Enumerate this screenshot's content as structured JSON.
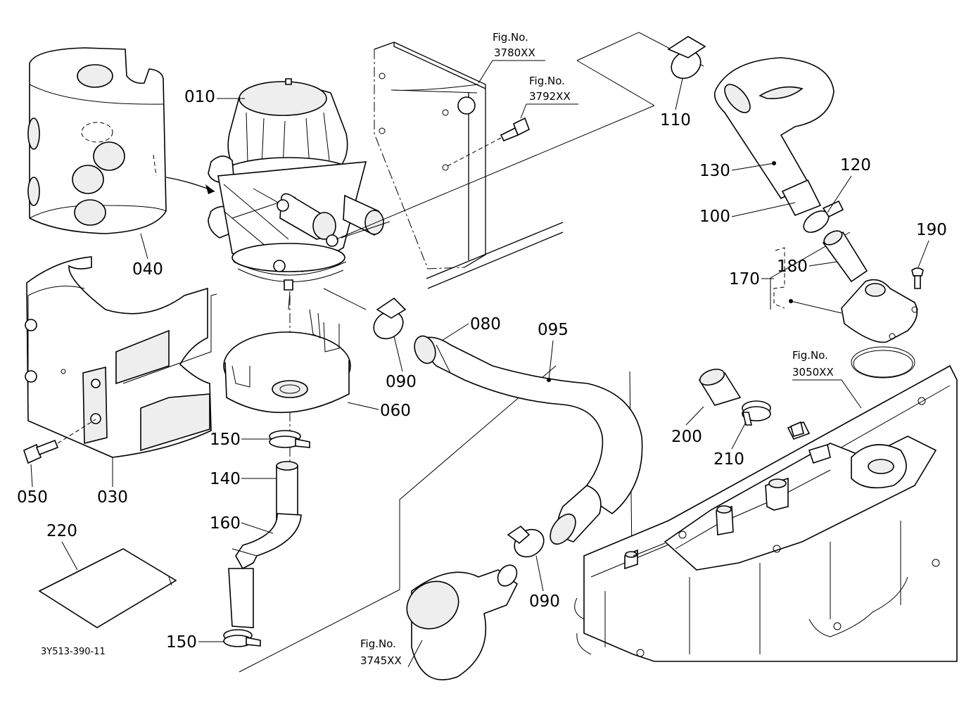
{
  "diagram": {
    "drawing_code": "3Y513-390-11",
    "part_labels": {
      "p010": "010",
      "p030": "030",
      "p040": "040",
      "p050": "050",
      "p060": "060",
      "p080": "080",
      "p090a": "090",
      "p090b": "090",
      "p095": "095",
      "p100": "100",
      "p110": "110",
      "p120": "120",
      "p130": "130",
      "p140": "140",
      "p150a": "150",
      "p150b": "150",
      "p160": "160",
      "p170": "170",
      "p180": "180",
      "p190": "190",
      "p200": "200",
      "p210": "210",
      "p220": "220"
    },
    "figure_refs": {
      "f3780": {
        "prefix": "Fig.No.",
        "number": "3780XX"
      },
      "f3792": {
        "prefix": "Fig.No.",
        "number": "3792XX"
      },
      "f3050": {
        "prefix": "Fig.No.",
        "number": "3050XX"
      },
      "f3745": {
        "prefix": "Fig.No.",
        "number": "3745XX"
      }
    }
  }
}
